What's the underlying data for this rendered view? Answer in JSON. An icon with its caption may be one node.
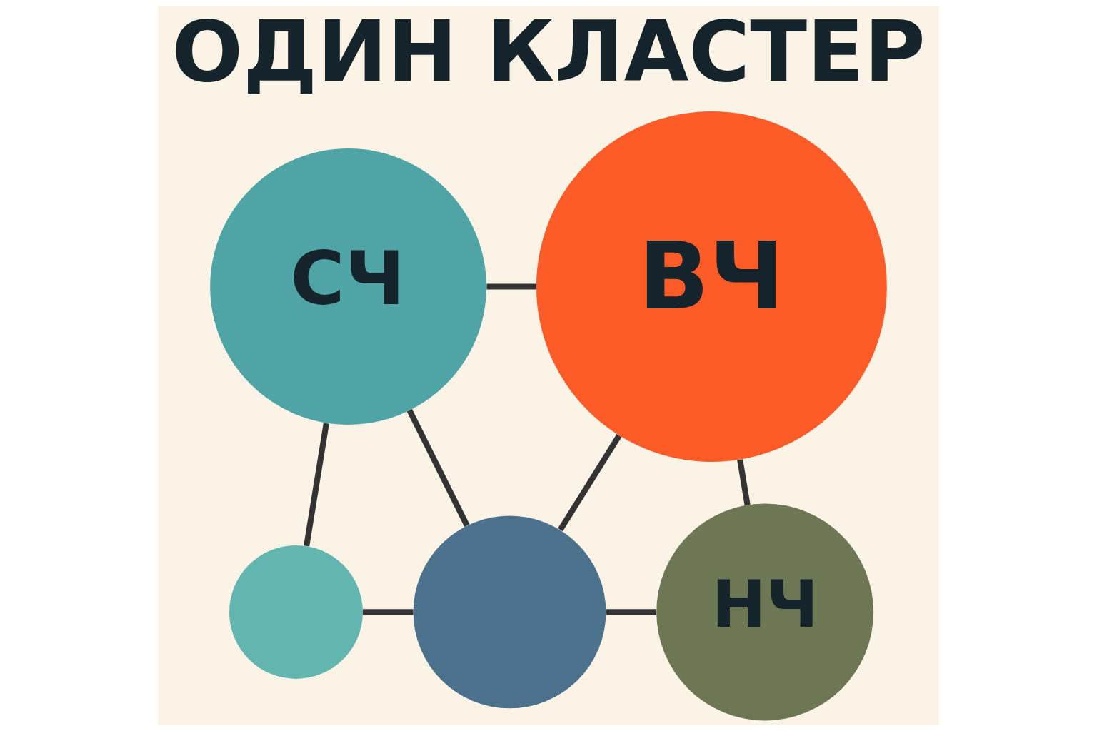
{
  "diagram": {
    "title": "ОДИН КЛАСТЕР",
    "nodes": [
      {
        "text": [
          "СЧ"
        ]
      },
      {
        "text": [
          "ВЧ"
        ]
      },
      {
        "text": [],
        "shape": "circle"
      },
      {
        "text": [],
        "shape": "circle"
      },
      {
        "text": [
          "НЧ"
        ]
      }
    ],
    "edges": [
      {
        "from": 0,
        "to": 1,
        "arrow": "none"
      },
      {
        "from": 0,
        "to": 2,
        "arrow": "none"
      },
      {
        "from": 0,
        "to": 3,
        "arrow": "none"
      },
      {
        "from": 1,
        "to": 3,
        "arrow": "none"
      },
      {
        "from": 1,
        "to": 4,
        "arrow": "none"
      },
      {
        "from": 2,
        "to": 3,
        "arrow": "none"
      },
      {
        "from": 3,
        "to": 4,
        "arrow": "none"
      }
    ]
  }
}
